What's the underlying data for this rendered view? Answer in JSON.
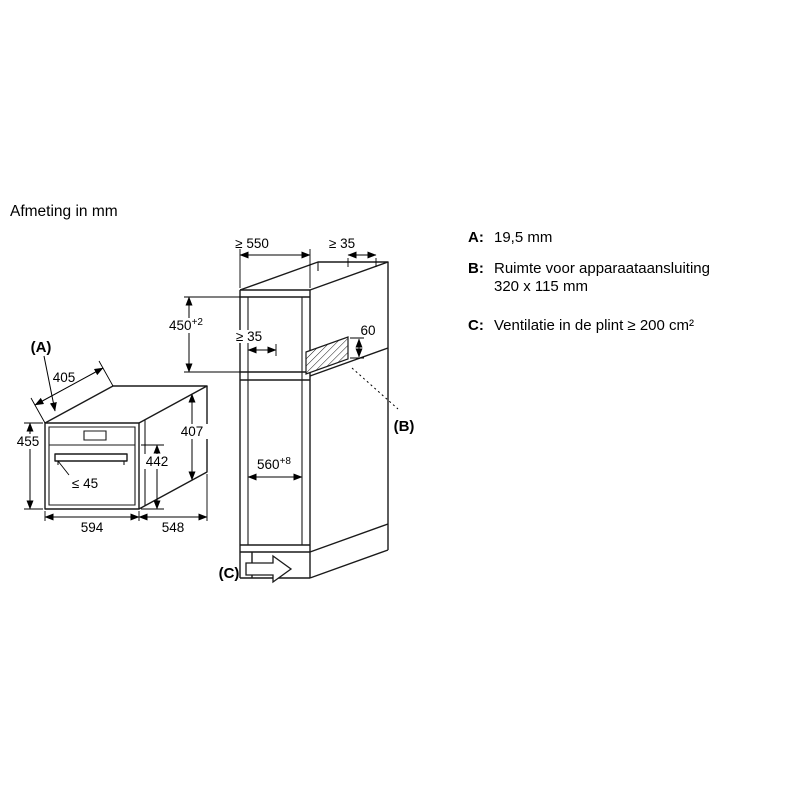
{
  "page": {
    "title": "Afmeting in mm"
  },
  "legend": {
    "a": {
      "key": "A:",
      "value": "19,5 mm"
    },
    "b": {
      "key": "B:",
      "line1": "Ruimte voor apparaataansluiting",
      "line2": "320 x 115 mm"
    },
    "c": {
      "key": "C:",
      "value": "Ventilatie in de plint ≥ 200 cm²"
    }
  },
  "oven": {
    "callout_a": "(A)",
    "dim_top_depth": "405",
    "dim_height": "455",
    "dim_handle_clearance": "≤ 45",
    "dim_door_height": "442",
    "dim_side_height": "407",
    "dim_width": "594",
    "dim_depth": "548"
  },
  "niche": {
    "dim_depth": "≥ 550",
    "dim_top_clearance": "≥ 35",
    "dim_height": "450",
    "dim_height_tol": "+2",
    "dim_front_clearance": "≥ 35",
    "dim_connection": "60",
    "callout_b": "(B)",
    "dim_width": "560",
    "dim_width_tol": "+8",
    "callout_c": "(C)"
  }
}
